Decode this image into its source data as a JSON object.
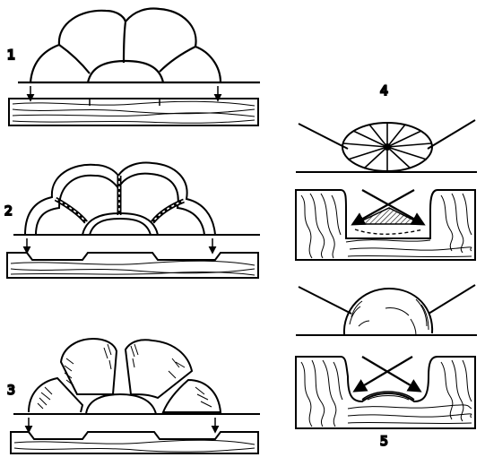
{
  "labels": {
    "step1": "1",
    "step2": "2",
    "step3": "3",
    "step4": "4",
    "step5": "5"
  },
  "colors": {
    "ink": "#000000",
    "paper": "#ffffff"
  }
}
